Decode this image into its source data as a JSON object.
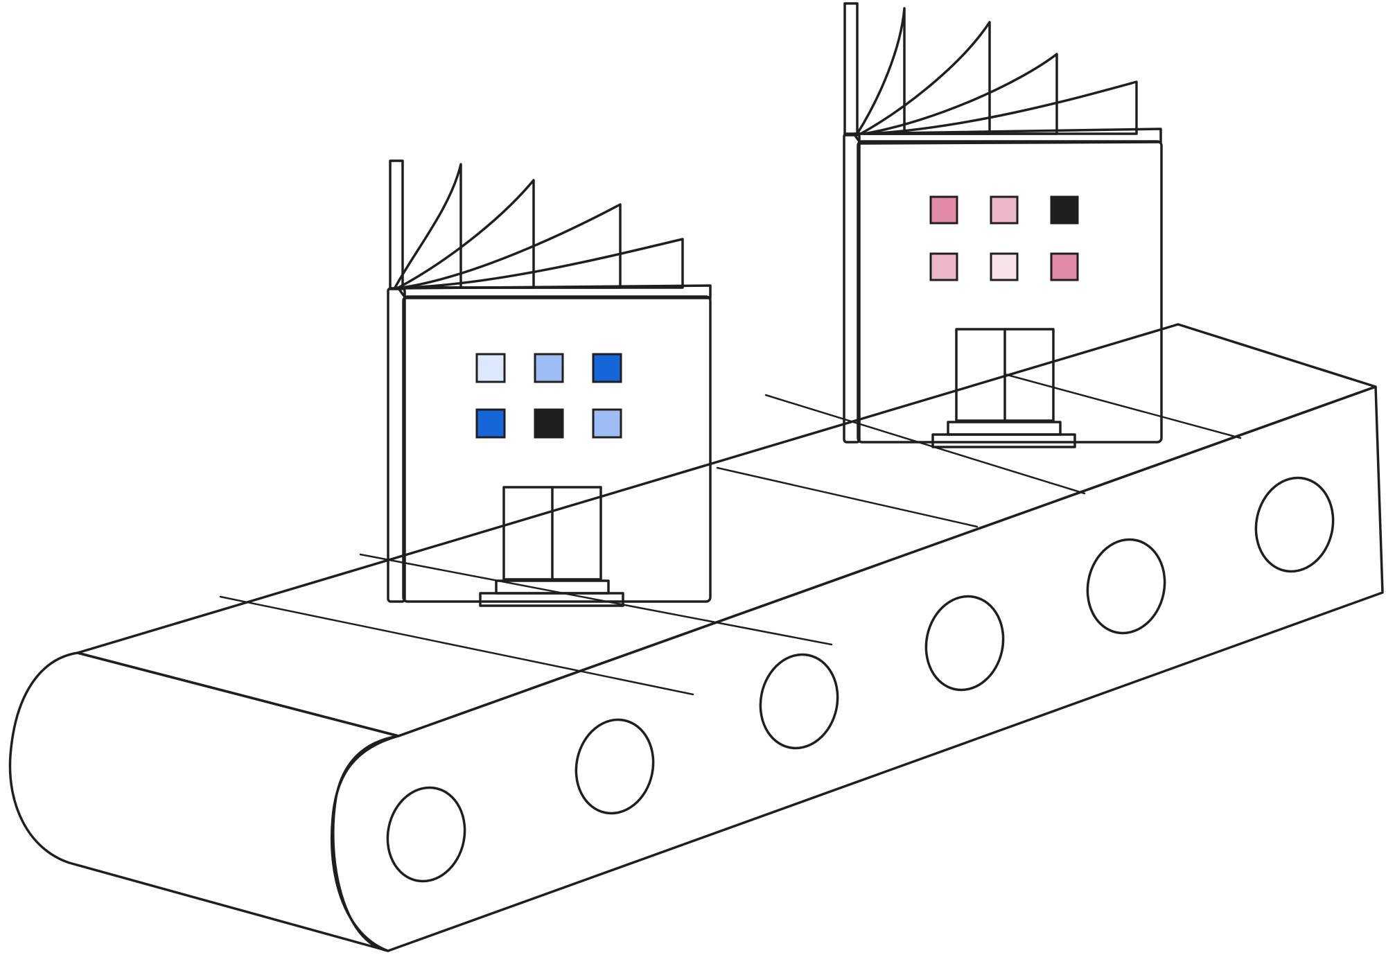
{
  "illustration": {
    "subject": "conveyor-belt-with-book-buildings",
    "palette": {
      "belt_top": "#F3EADF",
      "belt_side": "#F6EEE4",
      "roller_fill": "#CBB8A0",
      "ink": "#1F1F1F",
      "paper": "#FFFFFF",
      "blue_dark": "#1565D8",
      "blue_mid": "#9DBDF4",
      "blue_light": "#DCE8FB",
      "pink_dark": "#E38AA4",
      "pink_mid": "#EBB6C6",
      "pink_light": "#F6E3E8"
    },
    "buildings": [
      {
        "name": "blue-book-building",
        "windows": [
          "blue_light",
          "blue_mid",
          "blue_dark",
          "blue_dark",
          "ink",
          "blue_mid"
        ],
        "door": "blue_light",
        "steps": "blue_dark"
      },
      {
        "name": "pink-book-building",
        "windows": [
          "pink_dark",
          "pink_mid",
          "ink",
          "pink_mid",
          "pink_light",
          "pink_dark"
        ],
        "door": "pink_light",
        "steps": "pink_dark"
      }
    ],
    "roller_holes": 6
  }
}
